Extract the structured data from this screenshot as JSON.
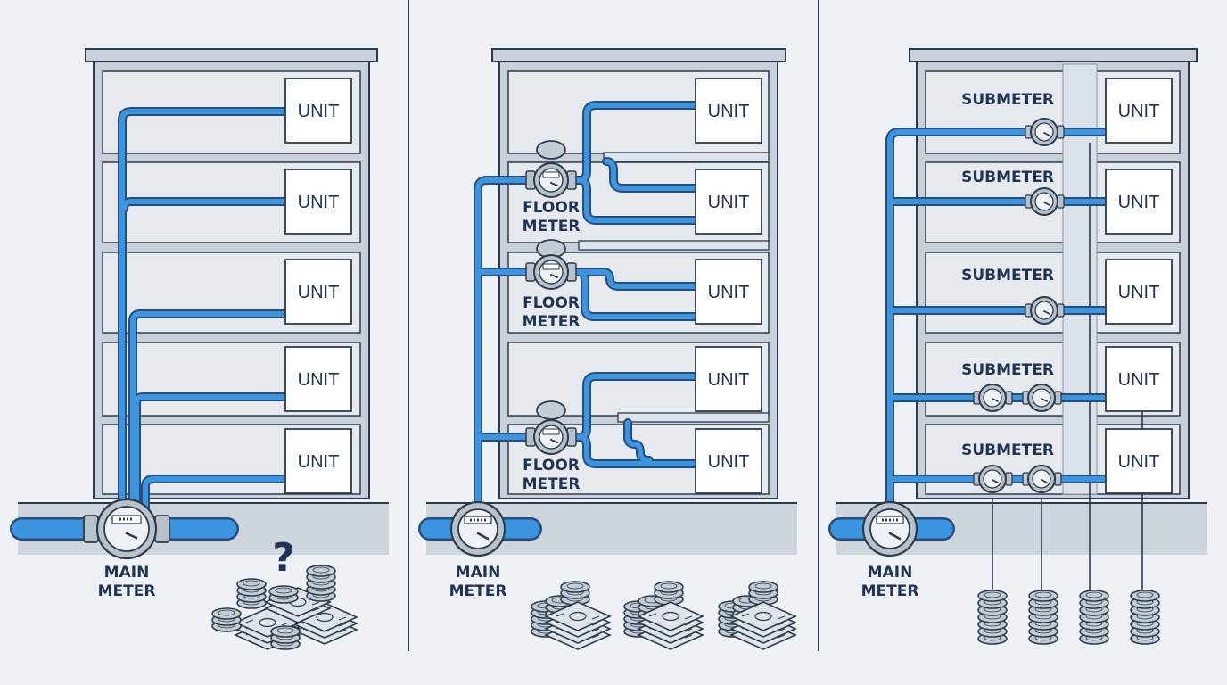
{
  "colors": {
    "background": "#eef1f5",
    "pipe": "#3d95e0",
    "pipe_outline": "#254e7e",
    "outline": "#2d3b4e",
    "building_frame": "#c9d0d9",
    "floor_panel": "#e6eaef",
    "ground": "#cfd5dc",
    "meter_body": "#b9c1cb",
    "unit_box": "#ffffff"
  },
  "panels": [
    {
      "id": "panel-single-main-meter",
      "units": [
        "UNIT",
        "UNIT",
        "UNIT",
        "UNIT",
        "UNIT"
      ],
      "meter_label_lines": [
        "MAIN",
        "METER"
      ],
      "question_mark": "?",
      "cost_icon": "money-pile-icon"
    },
    {
      "id": "panel-floor-meters",
      "units": [
        "UNIT",
        "UNIT",
        "UNIT",
        "UNIT",
        "UNIT"
      ],
      "floor_meter_labels": [
        [
          "FLOOR",
          "METER"
        ],
        [
          "FLOOR",
          "METER"
        ],
        [
          "FLOOR",
          "METER"
        ]
      ],
      "meter_label_lines": [
        "MAIN",
        "METER"
      ],
      "cost_icon": "money-pile-icon"
    },
    {
      "id": "panel-submeters",
      "units": [
        "UNIT",
        "UNIT",
        "UNIT",
        "UNIT",
        "UNIT"
      ],
      "submeter_labels": [
        "SUBMETER",
        "SUBMETER",
        "SUBMETER",
        "SUBMETER",
        "SUBMETER"
      ],
      "meter_label_lines": [
        "MAIN",
        "METER"
      ],
      "cost_icon": "coin-stack-icon"
    }
  ]
}
